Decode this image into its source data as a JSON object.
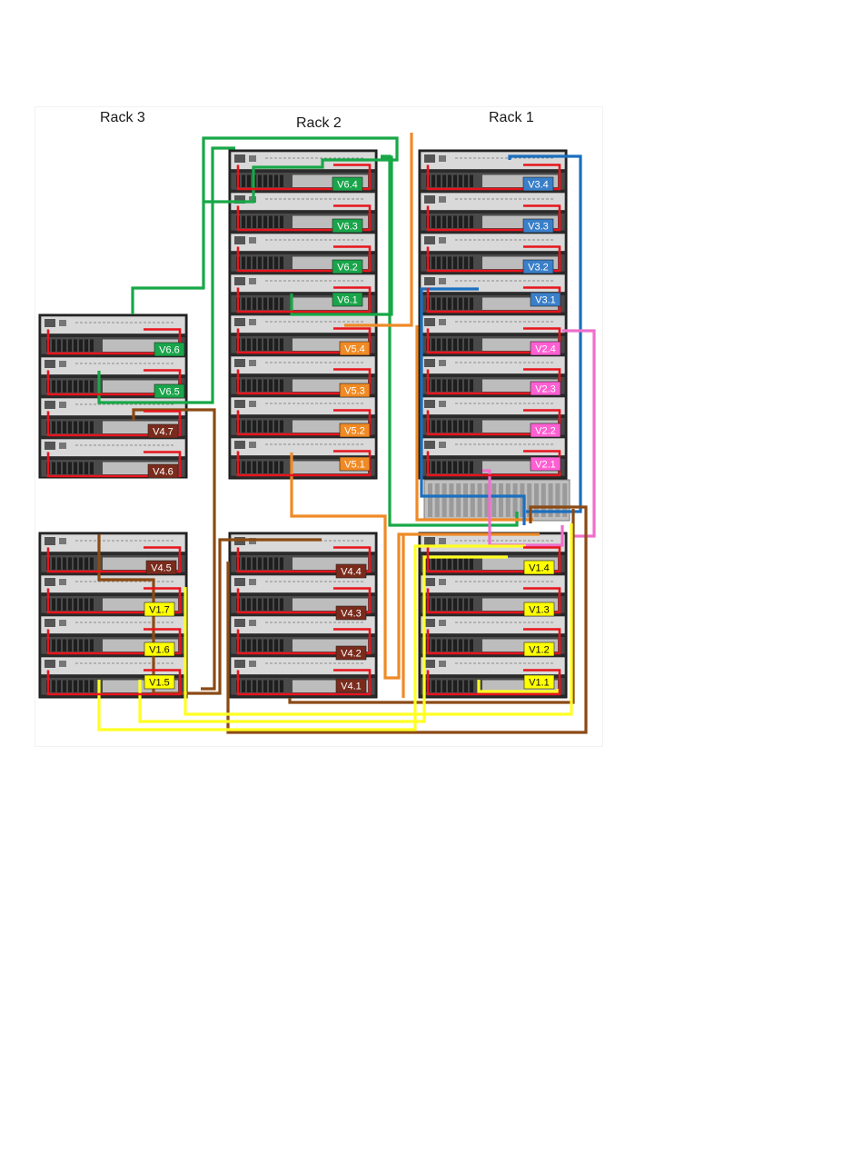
{
  "racks": [
    {
      "id": "rack3",
      "title": "Rack 3"
    },
    {
      "id": "rack2",
      "title": "Rack 2"
    },
    {
      "id": "rack1",
      "title": "Rack 1"
    }
  ],
  "colors": {
    "v1": "#ffff00",
    "v2": "#ff5fd2",
    "v3": "#3a7fc9",
    "v4": "#7a2b1c",
    "v5": "#f08a24",
    "v6": "#19a54a",
    "sas_red": "#e8141c",
    "cable_brown": "#8b4a14",
    "cable_orange": "#ef8a27",
    "cable_green": "#17a847",
    "cable_blue": "#1b6fbf",
    "cable_pink": "#ee6fcc",
    "cable_yellow": "#ffff22"
  },
  "volumes": [
    {
      "id": "v6.6",
      "label": "V6.6",
      "group": "v6"
    },
    {
      "id": "v6.5",
      "label": "V6.5",
      "group": "v6"
    },
    {
      "id": "v4.7",
      "label": "V4.7",
      "group": "v4"
    },
    {
      "id": "v4.6",
      "label": "V4.6",
      "group": "v4"
    },
    {
      "id": "v4.5",
      "label": "V4.5",
      "group": "v4"
    },
    {
      "id": "v1.7",
      "label": "V1.7",
      "group": "v1"
    },
    {
      "id": "v1.6",
      "label": "V1.6",
      "group": "v1"
    },
    {
      "id": "v1.5",
      "label": "V1.5",
      "group": "v1"
    },
    {
      "id": "v6.4",
      "label": "V6.4",
      "group": "v6"
    },
    {
      "id": "v6.3",
      "label": "V6.3",
      "group": "v6"
    },
    {
      "id": "v6.2",
      "label": "V6.2",
      "group": "v6"
    },
    {
      "id": "v6.1",
      "label": "V6.1",
      "group": "v6"
    },
    {
      "id": "v5.4",
      "label": "V5.4",
      "group": "v5"
    },
    {
      "id": "v5.3",
      "label": "V5.3",
      "group": "v5"
    },
    {
      "id": "v5.2",
      "label": "V5.2",
      "group": "v5"
    },
    {
      "id": "v5.1",
      "label": "V5.1",
      "group": "v5"
    },
    {
      "id": "v4.4",
      "label": "V4.4",
      "group": "v4"
    },
    {
      "id": "v4.3",
      "label": "V4.3",
      "group": "v4"
    },
    {
      "id": "v4.2",
      "label": "V4.2",
      "group": "v4"
    },
    {
      "id": "v4.1",
      "label": "V4.1",
      "group": "v4"
    },
    {
      "id": "v3.4",
      "label": "V3.4",
      "group": "v3"
    },
    {
      "id": "v3.3",
      "label": "V3.3",
      "group": "v3"
    },
    {
      "id": "v3.2",
      "label": "V3.2",
      "group": "v3"
    },
    {
      "id": "v3.1",
      "label": "V3.1",
      "group": "v3"
    },
    {
      "id": "v2.4",
      "label": "V2.4",
      "group": "v2"
    },
    {
      "id": "v2.3",
      "label": "V2.3",
      "group": "v2"
    },
    {
      "id": "v2.2",
      "label": "V2.2",
      "group": "v2"
    },
    {
      "id": "v2.1",
      "label": "V2.1",
      "group": "v2"
    },
    {
      "id": "v1.4",
      "label": "V1.4",
      "group": "v1"
    },
    {
      "id": "v1.3",
      "label": "V1.3",
      "group": "v1"
    },
    {
      "id": "v1.2",
      "label": "V1.2",
      "group": "v1"
    },
    {
      "id": "v1.1",
      "label": "V1.1",
      "group": "v1"
    }
  ]
}
